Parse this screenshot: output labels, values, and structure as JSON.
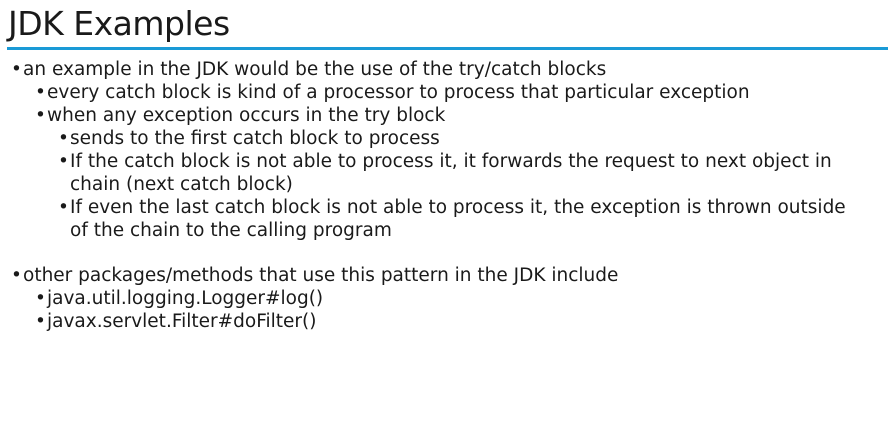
{
  "slide": {
    "title": "JDK Examples",
    "accent_color": "#1a9ad6",
    "bullet_glyph": "•"
  },
  "bullets": [
    {
      "level": 1,
      "lines": [
        "an example in the JDK would be the use of the try/catch blocks"
      ]
    },
    {
      "level": 2,
      "lines": [
        "every catch block is kind of a processor to process that particular exception"
      ]
    },
    {
      "level": 2,
      "lines": [
        "when any exception occurs in the try block"
      ]
    },
    {
      "level": 3,
      "lines": [
        "sends to the first catch block to process"
      ]
    },
    {
      "level": 3,
      "lines": [
        "If the catch block is not able to process it, it forwards the request to next object in",
        "chain (next catch block)"
      ]
    },
    {
      "level": 3,
      "lines": [
        "If even the last catch block is not able to process it, the exception is thrown outside",
        "of the chain to the calling program"
      ]
    },
    {
      "level": 1,
      "lines": [
        "other packages/methods that use this pattern in the JDK include"
      ]
    },
    {
      "level": 2,
      "lines": [
        "java.util.logging.Logger#log()"
      ]
    },
    {
      "level": 2,
      "lines": [
        "javax.servlet.Filter#doFilter()"
      ]
    }
  ]
}
